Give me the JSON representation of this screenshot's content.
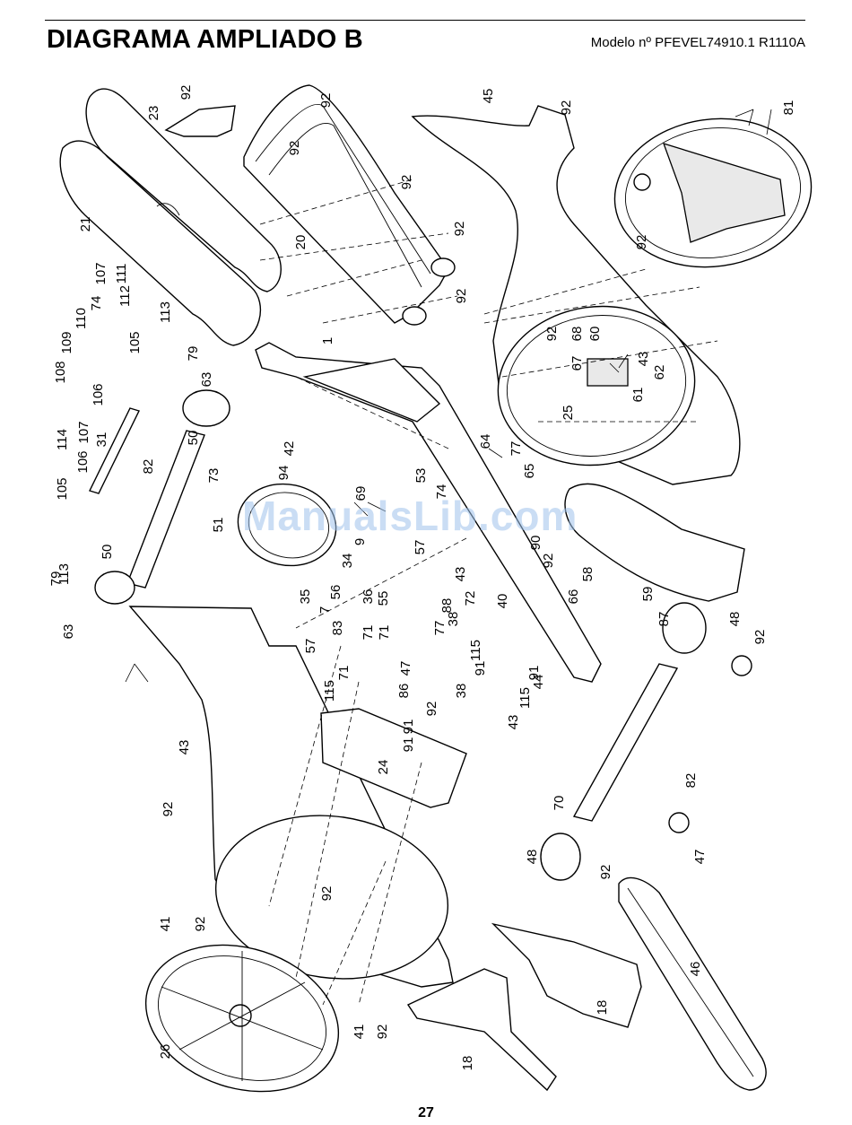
{
  "header": {
    "title": "DIAGRAMA AMPLIADO B",
    "model": "Modelo nº PFEVEL74910.1 R1110A"
  },
  "footer": {
    "page_number": "27"
  },
  "watermark": "ManualsLib.com",
  "diagram": {
    "part_labels": [
      "92",
      "92",
      "23",
      "92",
      "92",
      "45",
      "92",
      "81",
      "21",
      "92",
      "20",
      "92",
      "92",
      "107",
      "111",
      "74",
      "112",
      "110",
      "113",
      "109",
      "105",
      "108",
      "79",
      "92",
      "68",
      "67",
      "60",
      "43",
      "62",
      "61",
      "106",
      "63",
      "25",
      "1",
      "114",
      "107",
      "31",
      "50",
      "82",
      "42",
      "64",
      "77",
      "65",
      "106",
      "73",
      "94",
      "69",
      "105",
      "53",
      "74",
      "51",
      "9",
      "57",
      "90",
      "34",
      "92",
      "58",
      "79",
      "113",
      "50",
      "35",
      "56",
      "36",
      "55",
      "43",
      "72",
      "88",
      "59",
      "7",
      "71",
      "38",
      "40",
      "63",
      "83",
      "71",
      "77",
      "66",
      "57",
      "87",
      "48",
      "92",
      "47",
      "71",
      "115",
      "86",
      "115",
      "91",
      "43",
      "91",
      "115",
      "92",
      "38",
      "91",
      "43",
      "44",
      "91",
      "24",
      "82",
      "70",
      "92",
      "48",
      "92",
      "47",
      "92",
      "41",
      "92",
      "26",
      "41",
      "92",
      "18",
      "18",
      "46"
    ]
  }
}
